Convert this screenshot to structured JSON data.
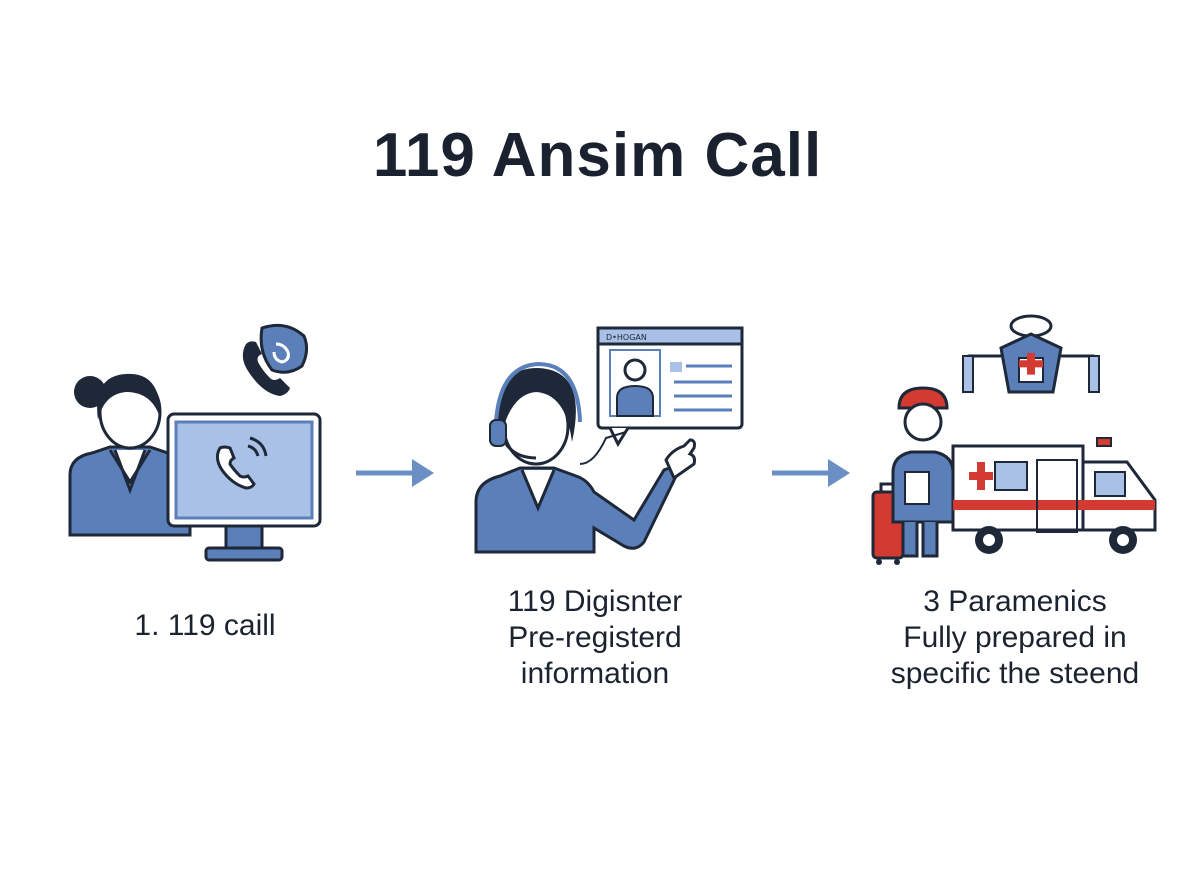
{
  "title": "119 Ansim Call",
  "steps": [
    {
      "lines": [
        "1. 119 caill"
      ]
    },
    {
      "lines": [
        "119 Digisnter",
        "Pre-registerd",
        "information"
      ]
    },
    {
      "lines": [
        "3 Paramenics",
        "Fully prepared in",
        "specific the steend"
      ]
    }
  ],
  "screen_header": "D•HOGAN",
  "colors": {
    "blue": "#5b7fb8",
    "light_blue": "#a9c1e6",
    "dark": "#1e2838",
    "red": "#d33a32",
    "arrow": "#6a8fc4"
  }
}
